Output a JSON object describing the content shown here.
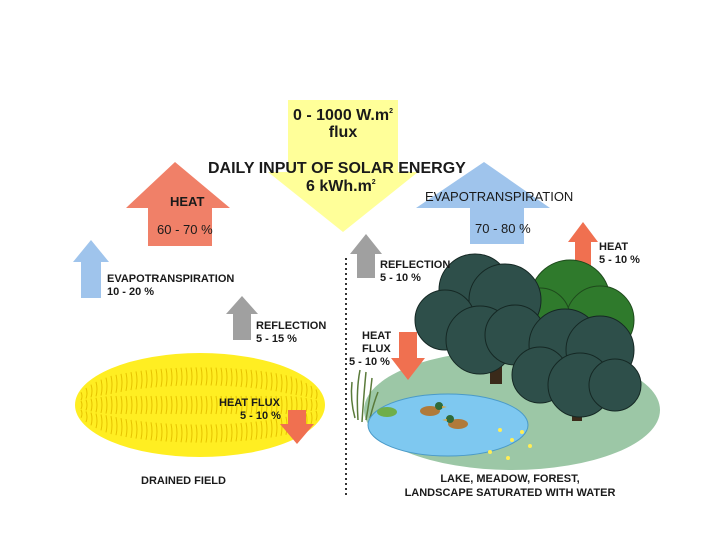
{
  "colors": {
    "solar": "#ffff99",
    "heat": "#f08068",
    "evapo": "#9fc4ec",
    "reflection": "#a0a0a0",
    "heat_flux": "#f07050",
    "crop": "#ffee22",
    "meadow": "#9cc7a6",
    "water": "#7ec8f0",
    "tree_dark": "#2e4f4a",
    "tree_green": "#2f7a2c"
  },
  "solar": {
    "flux_value": "0 - 1000 W.m",
    "flux_sup": "2",
    "flux_label": "flux",
    "title": "DAILY INPUT OF SOLAR ENERGY",
    "daily_value": "6 kWh.m",
    "daily_sup": "2"
  },
  "left": {
    "heat_label": "HEAT",
    "heat_range": "60 - 70 %",
    "evapo_label": "EVAPOTRANSPIRATION",
    "evapo_range": "10 - 20 %",
    "reflection_label": "REFLECTION",
    "reflection_range": "5 - 15 %",
    "heat_flux_label": "HEAT FLUX",
    "heat_flux_range": "5 - 10 %",
    "caption": "DRAINED FIELD"
  },
  "right": {
    "evapo_label": "EVAPOTRANSPIRATION",
    "evapo_range": "70 - 80 %",
    "heat_label": "HEAT",
    "heat_range": "5 - 10 %",
    "reflection_label": "REFLECTION",
    "reflection_range": "5 - 10 %",
    "heat_flux_line1": "HEAT",
    "heat_flux_line2": "FLUX",
    "heat_flux_range": "5 - 10 %",
    "caption_line1": "LAKE, MEADOW, FOREST,",
    "caption_line2": "LANDSCAPE SATURATED WITH WATER"
  }
}
